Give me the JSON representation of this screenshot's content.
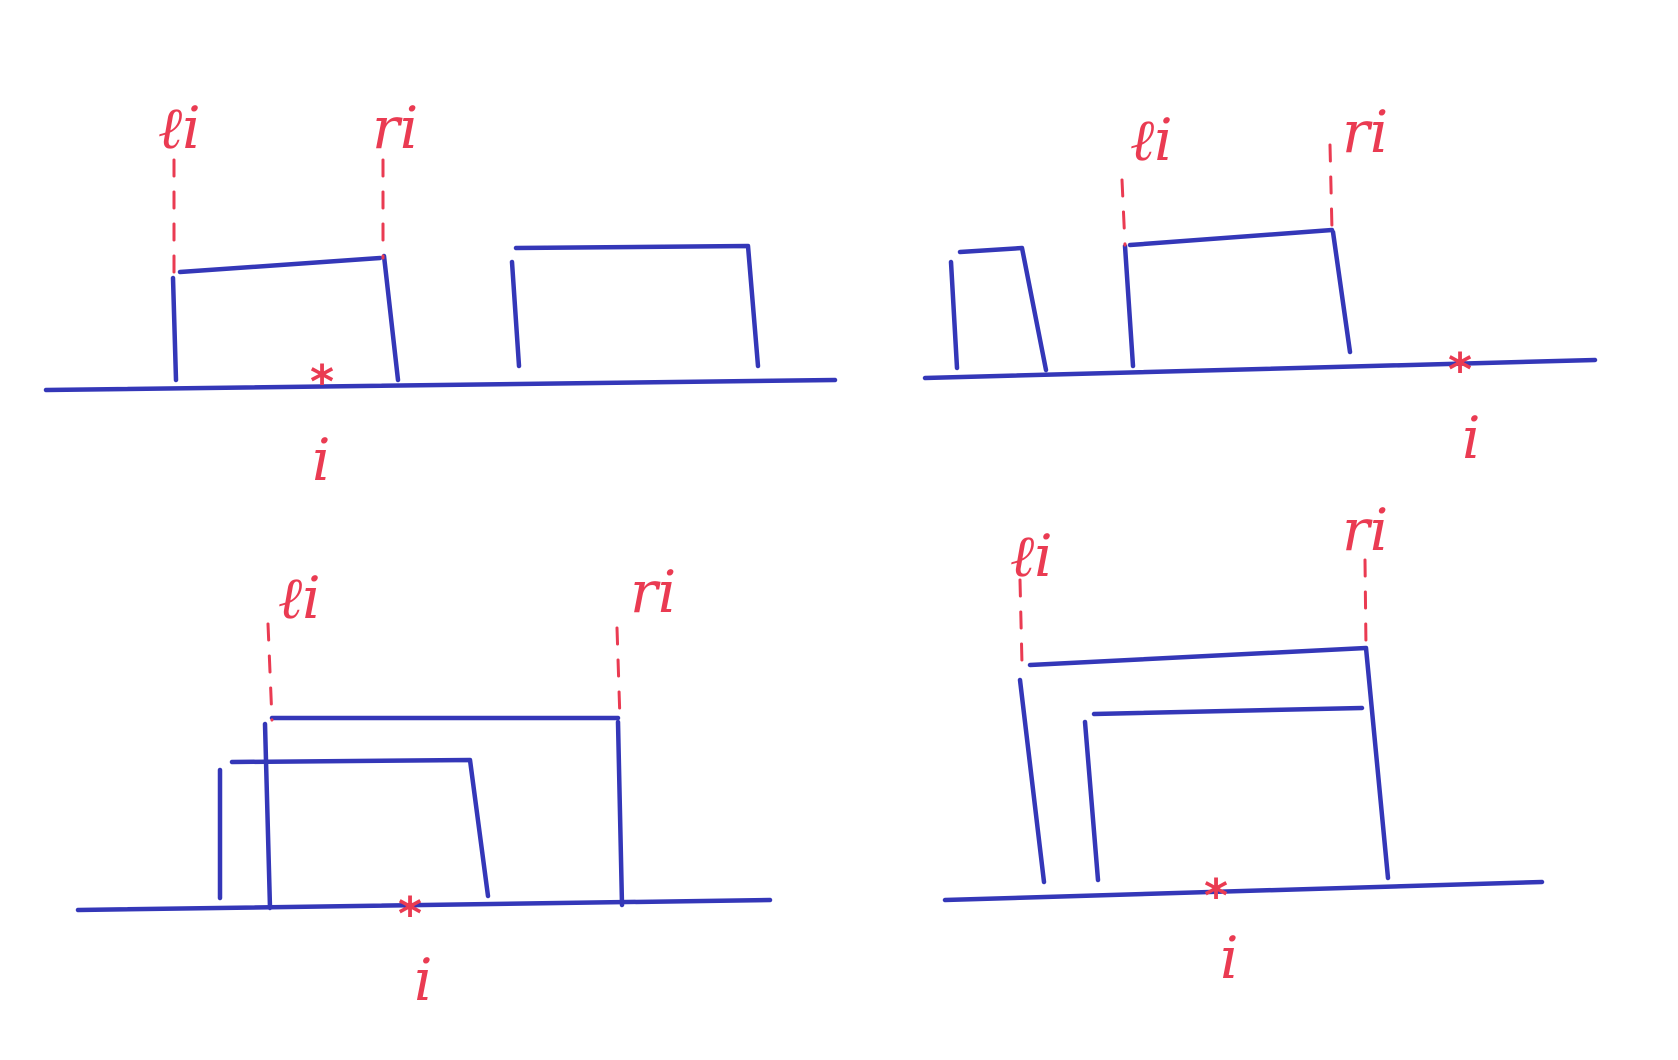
{
  "colors": {
    "ink_blue": "#3437b8",
    "ink_red": "#ea3b52",
    "paper": "#ffffff"
  },
  "labels": {
    "left_bound": "ℓi",
    "right_bound": "ri",
    "index": "i",
    "marker": "*"
  },
  "panels": [
    {
      "id": "panel-1"
    },
    {
      "id": "panel-2"
    },
    {
      "id": "panel-3"
    },
    {
      "id": "panel-4"
    }
  ]
}
